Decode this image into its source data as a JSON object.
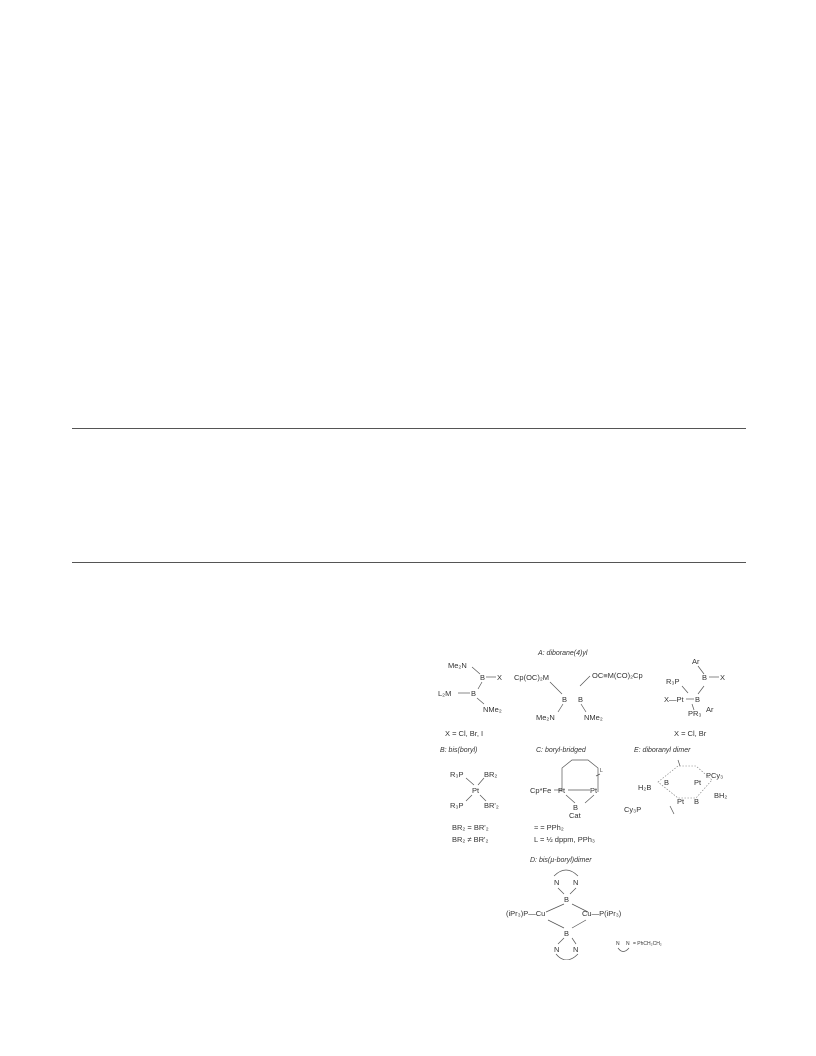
{
  "figure": {
    "panels": {
      "a": "A: diborane(4)yl",
      "b": "B: bis(boryl)",
      "c": "C: boryl-bridged",
      "d": "D: bis(µ-boryl)dimer",
      "e": "E: diboranyl dimer"
    },
    "notes": {
      "a_left": "X = Cl, Br, I",
      "a_right": "X = Cl, Br",
      "b_line1": "BR₂ = BR'₂",
      "b_line2": "BR₂ ≠ BR'₂",
      "c_line1": "≈ = PPh₂",
      "c_line2": "L = ½ dppm, PPh₃",
      "d_legend": "= PhCH₂CH₂"
    }
  }
}
